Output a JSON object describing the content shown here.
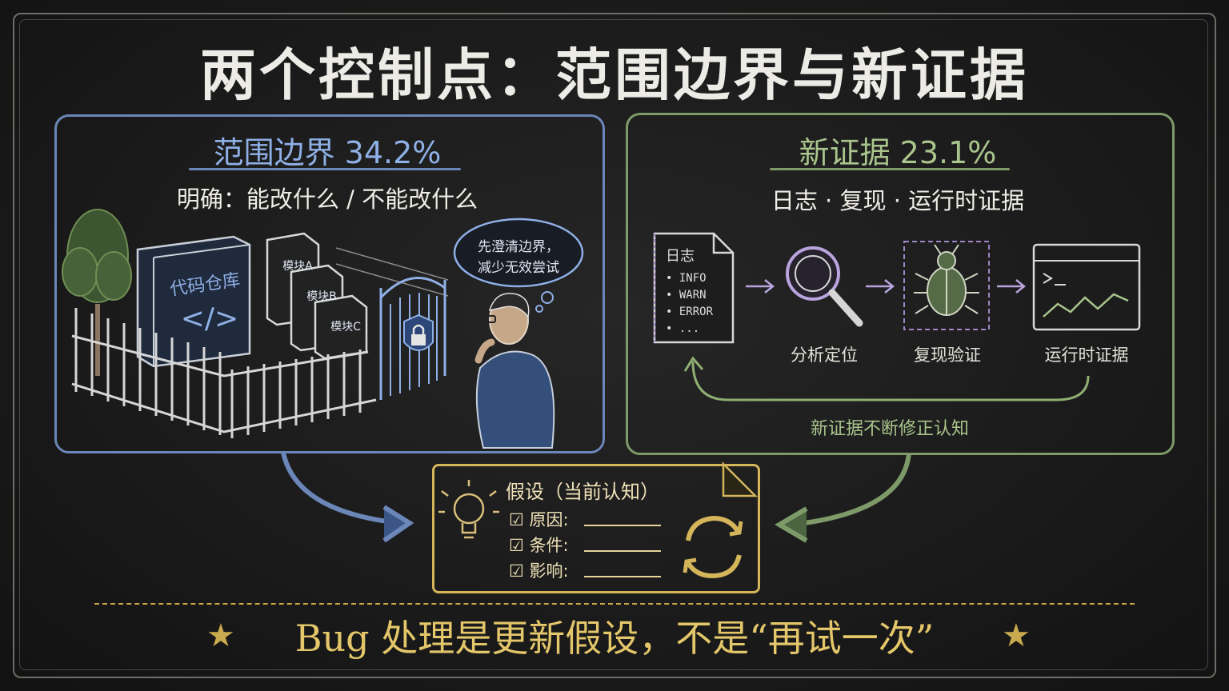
{
  "title": "两个控制点：范围边界与新证据",
  "left": {
    "heading": "范围边界 34.2%",
    "subtitle": "明确：能改什么 / 不能改什么",
    "repo_label": "代码仓库",
    "code_glyph": "</>",
    "modules": [
      "模块A",
      "模块B",
      "模块C"
    ],
    "thought": [
      "先澄清边界，",
      "减少无效尝试"
    ],
    "colors": {
      "accent": "#6b86b8"
    }
  },
  "right": {
    "heading": "新证据 23.1%",
    "subtitle": "日志 · 复现 · 运行时证据",
    "log_title": "日志",
    "log_lines": [
      "• INFO",
      "• WARN",
      "• ERROR",
      "• ..."
    ],
    "steps": [
      "分析定位",
      "复现验证",
      "运行时证据"
    ],
    "loop_label": "新证据不断修正认知",
    "colors": {
      "accent": "#7d9a68"
    }
  },
  "hypothesis": {
    "title": "假设（当前认知）",
    "rows": [
      "☑ 原因:",
      "☑ 条件:",
      "☑ 影响:"
    ],
    "colors": {
      "accent": "#d4b55a"
    }
  },
  "bottom": {
    "text": "Bug 处理是更新假设，不是“再试一次”",
    "star": "★"
  }
}
